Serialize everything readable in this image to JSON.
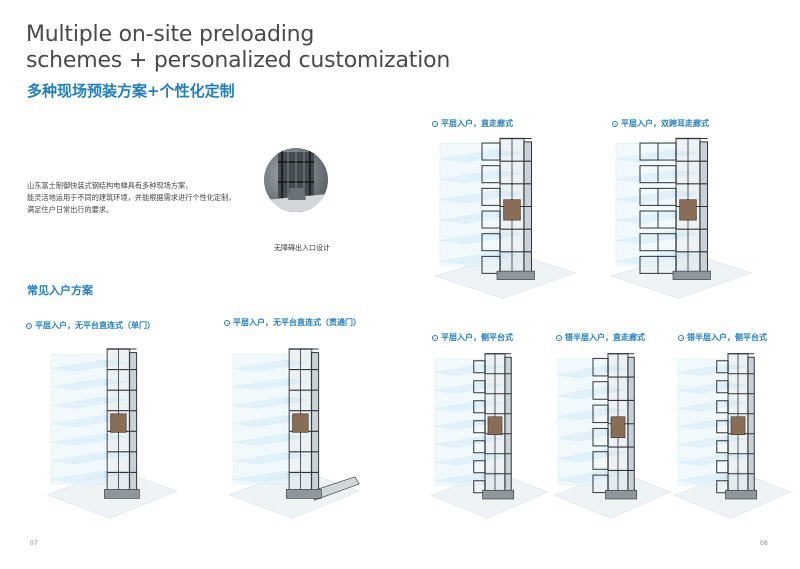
{
  "title_en_line1": "Multiple on-site preloading",
  "title_en_line2": "schemes + personalized customization",
  "title_cn": "多种现场预装方案+个性化定制",
  "intro": {
    "line1": "山东富士制御快装式钢结构电梯具有多种现场方案，",
    "line2": "能灵活地运用于不同的建筑环境，并能根据需求进行个性化定制，",
    "line3": "满足住户日常出行的要求。"
  },
  "photo_caption": "无障碍出入口设计",
  "section_heading": "常见入户方案",
  "schemes": {
    "top1": "平层入户，直走廊式",
    "top2": "平层入户，双跨耳走廊式",
    "bottom1": "平层入户，无平台直连式（单门）",
    "bottom2": "平层入户，无平台直连式（贯通门）",
    "bottom3": "平层入户，侧平台式",
    "bottom4": "错半层入户，直走廊式",
    "bottom5": "错半层入户，侧平台式"
  },
  "page_left": "07",
  "page_right": "08",
  "colors": {
    "accent": "#1f7fc1",
    "glass": "#bfe3f5",
    "steel": "#2f3438"
  }
}
